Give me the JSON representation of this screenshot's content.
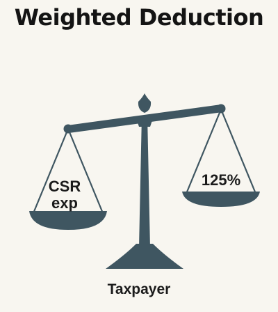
{
  "title": "Weighted Deduction",
  "left_pan": {
    "line1": "CSR",
    "line2": "exp"
  },
  "right_pan": {
    "label": "125%"
  },
  "base_label": "Taxpayer",
  "colors": {
    "background": "#f8f6f0",
    "scale": "#3f5661",
    "text": "#141414"
  },
  "icons": [
    "balance-scale-icon"
  ]
}
